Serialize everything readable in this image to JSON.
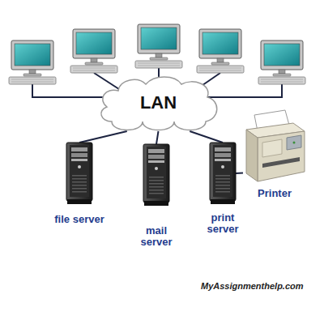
{
  "diagram": {
    "nodes": [
      {
        "text": [
          "LAN"
        ]
      },
      {
        "text": [
          "file server"
        ]
      },
      {
        "text": [
          "mail server"
        ]
      },
      {
        "text": [
          "print server"
        ]
      },
      {
        "text": [
          "Printer"
        ]
      }
    ],
    "edges": [
      {
        "from": 0,
        "to": 1,
        "arrow": "none"
      },
      {
        "from": 0,
        "to": 2,
        "arrow": "none"
      },
      {
        "from": 0,
        "to": 3,
        "arrow": "none"
      },
      {
        "from": 3,
        "to": 4,
        "arrow": "none"
      }
    ],
    "labels": [
      "MyAssignmenthelp.com"
    ]
  }
}
